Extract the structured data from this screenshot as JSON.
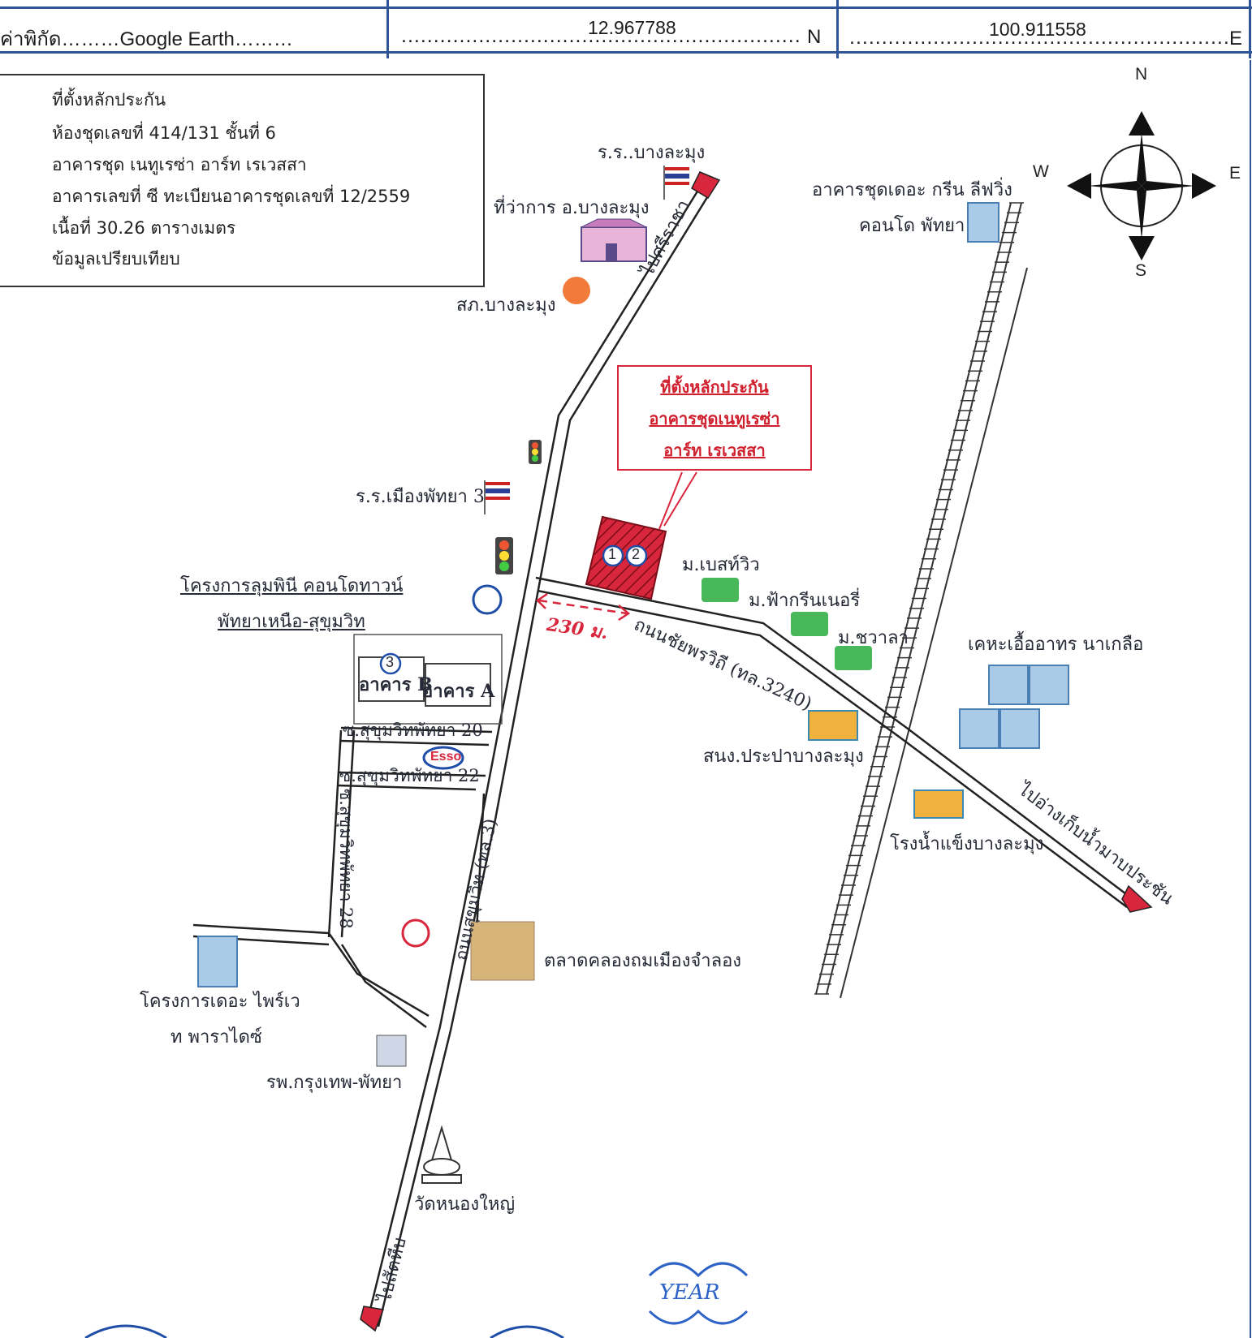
{
  "header": {
    "coord_label": "ค่าพิกัด………Google Earth………",
    "lat_value": "12.967788",
    "lat_suffix": "N",
    "lon_value": "100.911558",
    "lon_suffix": "E"
  },
  "legend": {
    "collateral_title": "ที่ตั้งหลักประกัน",
    "line1": "ห้องชุดเลขที่ 414/131 ชั้นที่ 6",
    "line2": "อาคารชุด เนทูเรซ่า อาร์ท เรเวสสา",
    "line3": "อาคารเลขที่ ซี ทะเบียนอาคารชุดเลขที่ 12/2559",
    "line4": "เนื้อที่ 30.26 ตารางเมตร",
    "comparable_label": "ข้อมูลเปรียบเทียบ"
  },
  "callout": {
    "line1": "ที่ตั้งหลักประกัน",
    "line2": "อาคารชุดเนทูเรซ่า",
    "line3": "อาร์ท เรเวสสา"
  },
  "compass": {
    "n": "N",
    "s": "S",
    "e": "E",
    "w": "W"
  },
  "markers": {
    "m1": "1",
    "m2": "2",
    "m3": "3",
    "esso": "Esso"
  },
  "distance": "230 ม.",
  "places": {
    "school_banglamung": "ร.ร..บางละมุง",
    "district_office": "ที่ว่าการ อ.บางละมุง",
    "police": "สภ.บางละมุง",
    "to_sriracha": "ไปศรีราชา",
    "green_lifewing_1": "อาคารชุดเดอะ กรีน ลีฟวิ่ง",
    "green_lifewing_2": "คอนโด พัทยา",
    "school_pattaya3": "ร.ร.เมืองพัทยา 3",
    "lumpini_1": "โครงการลุมพินี คอนโดทาวน์",
    "lumpini_2": "พัทยาเหนือ-สุขุมวิท",
    "building_b": "อาคาร B",
    "building_a": "อาคาร A",
    "soi20": "ซ.สุขุมวิทพัทยา 20",
    "soi22": "ซ.สุขุมวิทพัทยา 22",
    "soi28": "ซ.สุขุมวิทพัทยา 28",
    "sukhumvit": "ถนนสุขุมวิท (ทล.3)",
    "bestview": "ม.เบสท์วิว",
    "fahgreen": "ม.ฟ้ากรีนเนอรี่",
    "chawala": "ม.ชวาลา",
    "chaiyaphruek": "ถนนชัยพรวิถี (ทล.3240)",
    "kheha": "เคหะเอื้ออาทร นาเกลือ",
    "waterworks": "สนง.ประปาบางละมุง",
    "iceplant": "โรงน้ำแข็งบางละมุง",
    "to_reservoir": "ไปอ่างเก็บน้ำมาบประชัน",
    "market": "ตลาดคลองถมเมืองจำลอง",
    "private_paradise_1": "โครงการเดอะ ไพร์เว",
    "private_paradise_2": "ท พาราไดซ์",
    "hospital": "รพ.กรุงเทพ-พัทยา",
    "temple": "วัดหนองใหญ่",
    "to_sattahip": "ไปสัตหีบ"
  },
  "logo_text": "YEAR",
  "colors": {
    "frame_blue": "#2f5597",
    "collateral_red": "#d8263c",
    "road_black": "#222222",
    "label_text": "#262a36"
  }
}
